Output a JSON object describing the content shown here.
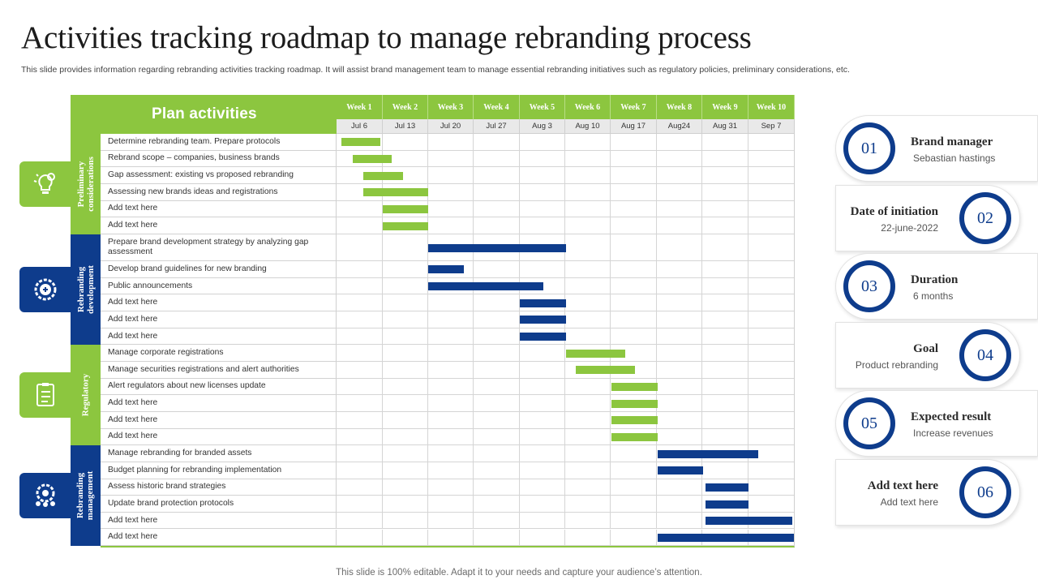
{
  "header": {
    "title": "Activities tracking roadmap to manage rebranding process",
    "subtitle": "This slide provides information regarding rebranding activities tracking roadmap. It will assist brand management team to manage essential rebranding initiatives such as regulatory policies, preliminary considerations, etc."
  },
  "footer": "This slide is 100% editable. Adapt it to your needs and capture your audience’s attention.",
  "colors": {
    "green": "#8cc63f",
    "blue": "#0e3c8c"
  },
  "chart_data": {
    "type": "gantt",
    "title": "Plan activities",
    "weeks": [
      {
        "label": "Week 1",
        "date": "Jul 6"
      },
      {
        "label": "Week 2",
        "date": "Jul 13"
      },
      {
        "label": "Week 3",
        "date": "Jul 20"
      },
      {
        "label": "Week 4",
        "date": "Jul 27"
      },
      {
        "label": "Week 5",
        "date": "Aug 3"
      },
      {
        "label": "Week 6",
        "date": "Aug 10"
      },
      {
        "label": "Week 7",
        "date": "Aug 17"
      },
      {
        "label": "Week 8",
        "date": "Aug24"
      },
      {
        "label": "Week 9",
        "date": "Aug 31"
      },
      {
        "label": "Week 10",
        "date": "Sep 7"
      }
    ],
    "phases": [
      {
        "name": "Preliminary considerations",
        "color": "#8cc63f",
        "icon": "lightbulb-gear-icon",
        "tasks": [
          {
            "label": "Determine rebranding team. Prepare protocols",
            "start": 0.1,
            "end": 0.95
          },
          {
            "label": "Rebrand scope – companies, business brands",
            "start": 0.35,
            "end": 1.2
          },
          {
            "label": "Gap assessment: existing vs proposed rebranding",
            "start": 0.58,
            "end": 1.45
          },
          {
            "label": "Assessing new brands ideas and registrations",
            "start": 0.58,
            "end": 2.0
          },
          {
            "label": "Add text here",
            "start": 1.0,
            "end": 2.0
          },
          {
            "label": "Add text here",
            "start": 1.0,
            "end": 2.0
          }
        ]
      },
      {
        "name": "Rebranding development",
        "color": "#0e3c8c",
        "icon": "brain-gear-icon",
        "tasks": [
          {
            "label": "Prepare brand development strategy by analyzing gap assessment",
            "start": 2.0,
            "end": 5.0,
            "tall": true
          },
          {
            "label": "Develop brand guidelines for new branding",
            "start": 2.0,
            "end": 2.78
          },
          {
            "label": "Public announcements",
            "start": 2.0,
            "end": 4.52
          },
          {
            "label": "Add text here",
            "start": 4.0,
            "end": 5.0
          },
          {
            "label": "Add text here",
            "start": 4.0,
            "end": 5.0
          },
          {
            "label": "Add text here",
            "start": 4.0,
            "end": 5.0
          }
        ]
      },
      {
        "name": "Regulatory",
        "color": "#8cc63f",
        "icon": "checklist-icon",
        "tasks": [
          {
            "label": "Manage corporate registrations",
            "start": 5.0,
            "end": 6.3
          },
          {
            "label": "Manage securities registrations and alert authorities",
            "start": 5.22,
            "end": 6.52
          },
          {
            "label": "Alert regulators about new licenses update",
            "start": 6.0,
            "end": 7.0
          },
          {
            "label": "Add text here",
            "start": 6.0,
            "end": 7.0
          },
          {
            "label": "Add text here",
            "start": 6.0,
            "end": 7.0
          },
          {
            "label": "Add text here",
            "start": 6.0,
            "end": 7.0
          }
        ]
      },
      {
        "name": "Rebranding management",
        "color": "#0e3c8c",
        "icon": "gear-people-icon",
        "tasks": [
          {
            "label": "Manage rebranding for branded assets",
            "start": 7.0,
            "end": 9.2
          },
          {
            "label": "Budget planning  for rebranding implementation",
            "start": 7.0,
            "end": 8.0
          },
          {
            "label": "Assess historic brand strategies",
            "start": 8.05,
            "end": 9.0
          },
          {
            "label": "Update brand protection protocols",
            "start": 8.05,
            "end": 9.0
          },
          {
            "label": "Add text here",
            "start": 8.05,
            "end": 9.95
          },
          {
            "label": "Add text here",
            "start": 7.0,
            "end": 10.0
          }
        ]
      }
    ]
  },
  "cards": [
    {
      "num": "01",
      "title": "Brand manager",
      "value": "Sebastian hastings",
      "side": "left"
    },
    {
      "num": "02",
      "title": "Date of initiation",
      "value": "22-june-2022",
      "side": "right"
    },
    {
      "num": "03",
      "title": "Duration",
      "value": "6 months",
      "side": "left"
    },
    {
      "num": "04",
      "title": "Goal",
      "value": "Product rebranding",
      "side": "right"
    },
    {
      "num": "05",
      "title": "Expected result",
      "value": "Increase revenues",
      "side": "left"
    },
    {
      "num": "06",
      "title": "Add text here",
      "value": "Add text here",
      "side": "right"
    }
  ]
}
